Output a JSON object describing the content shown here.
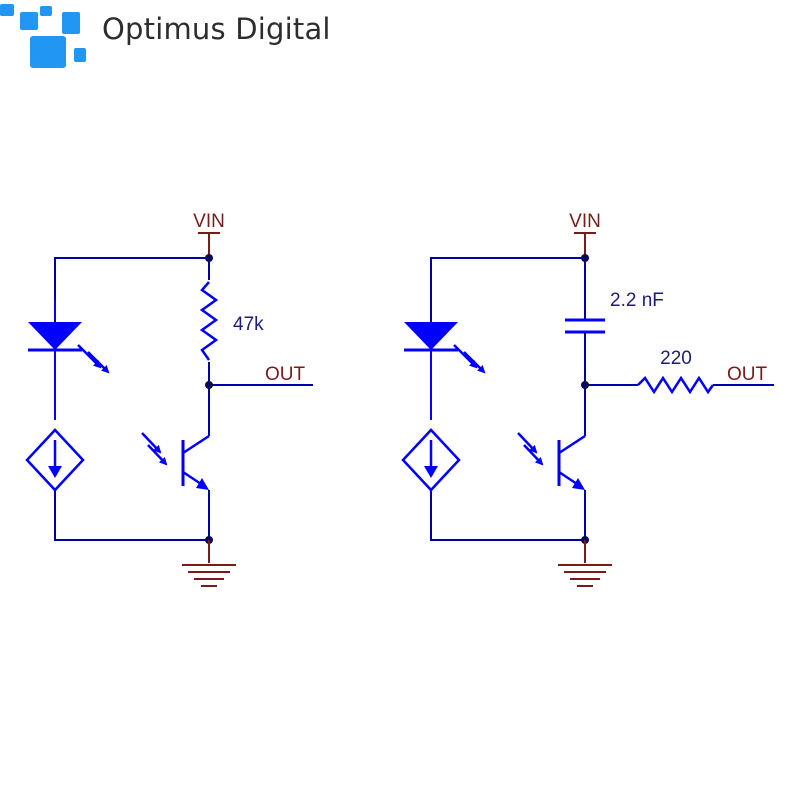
{
  "brand": {
    "name": "Optimus Digital",
    "accent": "#2196f3",
    "text_color": "#2d2d2d"
  },
  "colors": {
    "wire": "#0000aa",
    "power_net": "#7a1a1a",
    "component": "#0000ff",
    "junction": "#0a0a5a"
  },
  "circuit_left": {
    "vin_label": "VIN",
    "out_label": "OUT",
    "resistor_value": "47k"
  },
  "circuit_right": {
    "vin_label": "VIN",
    "out_label": "OUT",
    "capacitor_value": "2.2 nF",
    "resistor_value": "220"
  }
}
